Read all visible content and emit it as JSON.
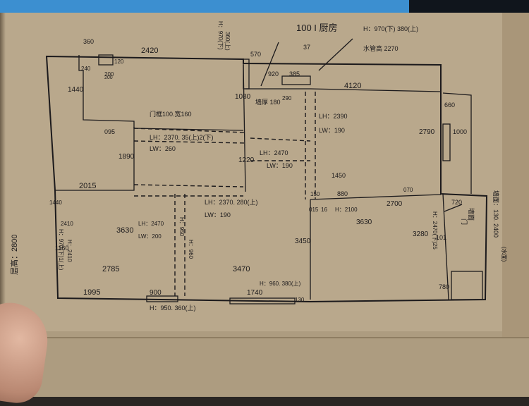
{
  "colors": {
    "paper": "#b9a88c",
    "ink": "#1c1a1c",
    "screen": "#3c8fd0"
  },
  "sketch": {
    "title": "100 I 厨房",
    "ceiling": "层高：2800",
    "room_dims": {
      "top_left_width": "2420",
      "top_right_width": "4120",
      "left_notch": "1440",
      "notch_w": "200",
      "notch_sq": "240",
      "notch_r": "120",
      "notch_v": "360",
      "mid_left": "1890",
      "mid_left_small": "095",
      "left_room_width": "2015",
      "left_room_h": "3630",
      "left_room_w": "2785",
      "bottom_left": "1995",
      "bottom_mid": "900",
      "bottom_mid2": "1740",
      "center_h": "3470",
      "right_room_w": "3630",
      "right_room_h": "3280",
      "right_h2": "3450",
      "right_small1": "2700",
      "right_small2": "880",
      "right_small3": "2790",
      "right_small4": "1000",
      "corr_w": "1220",
      "door_w": "1080",
      "door2": "570",
      "door3": "385",
      "door4": "920",
      "small_37": "37",
      "right_edge1": "660",
      "right_edge2": "720",
      "right_edge3": "101",
      "right_edge4": "130",
      "right_edge5": "780",
      "left_edge1": "1160",
      "left_edge2": "1440",
      "left_edge3": "2410",
      "w_b1": "015",
      "w_b2": "16",
      "w_b3": "150",
      "w_b4": "290",
      "w_b5": "070",
      "w_b6": "200"
    },
    "beams": {
      "b1": "LH：2370.  35(上)2(下)",
      "b1w": "LW：260",
      "b2": "LH：2470",
      "b2w": "LW：190",
      "b3": "LH：2390",
      "b3w": "LW：190",
      "b4": "LH：2370.  280(上)",
      "b4w": "LW：190",
      "b5": "LH：2470",
      "b5w": "LW：200",
      "b6": "H：2100",
      "b6w": "3630"
    },
    "notes": {
      "door_note": "门框100.宽160",
      "h_top": "H：970(下)  380(上)",
      "water": "水管高 2270",
      "plaster": "墙厚 180",
      "window_bottom": "H：950.  360(上)",
      "window_center": "H：960.  380(上)",
      "hole_left": "H：970(下)",
      "hole_left2": "360(上)",
      "right_vert1": "H：2470(下)25",
      "right_vert2": "H：950",
      "right_vert3": "H：960",
      "right_side": "墙面：130.  2400",
      "right_side2": "(水面)",
      "left_vert": "H：970(下)1(上)",
      "left_vert2": "H：2410",
      "door_right": "门",
      "right_tag": "墙面",
      "mid_tag": "1450"
    }
  }
}
